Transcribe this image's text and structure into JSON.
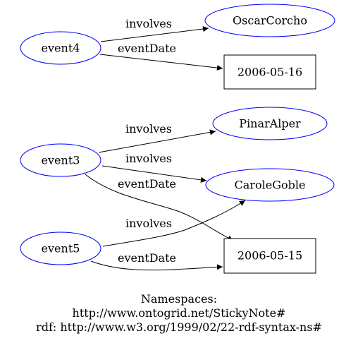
{
  "diagram": {
    "nodes": {
      "event4": "event4",
      "event3": "event3",
      "event5": "event5",
      "oscar": "OscarCorcho",
      "pinar": "PinarAlper",
      "carole": "CaroleGoble",
      "date_0516": "2006-05-16",
      "date_0515": "2006-05-15"
    },
    "edges": {
      "e4_involves": "involves",
      "e4_eventdate": "eventDate",
      "e3_involves_pinar": "involves",
      "e3_involves_carole": "involves",
      "e3_eventdate": "eventDate",
      "e5_involves": "involves",
      "e5_eventdate": "eventDate"
    },
    "colors": {
      "resource_stroke": "#0000ff",
      "literal_stroke": "#000000"
    }
  },
  "namespaces": {
    "title": "Namespaces:",
    "line1": "http://www.ontogrid.net/StickyNote#",
    "line2": "rdf: http://www.w3.org/1999/02/22-rdf-syntax-ns#"
  }
}
